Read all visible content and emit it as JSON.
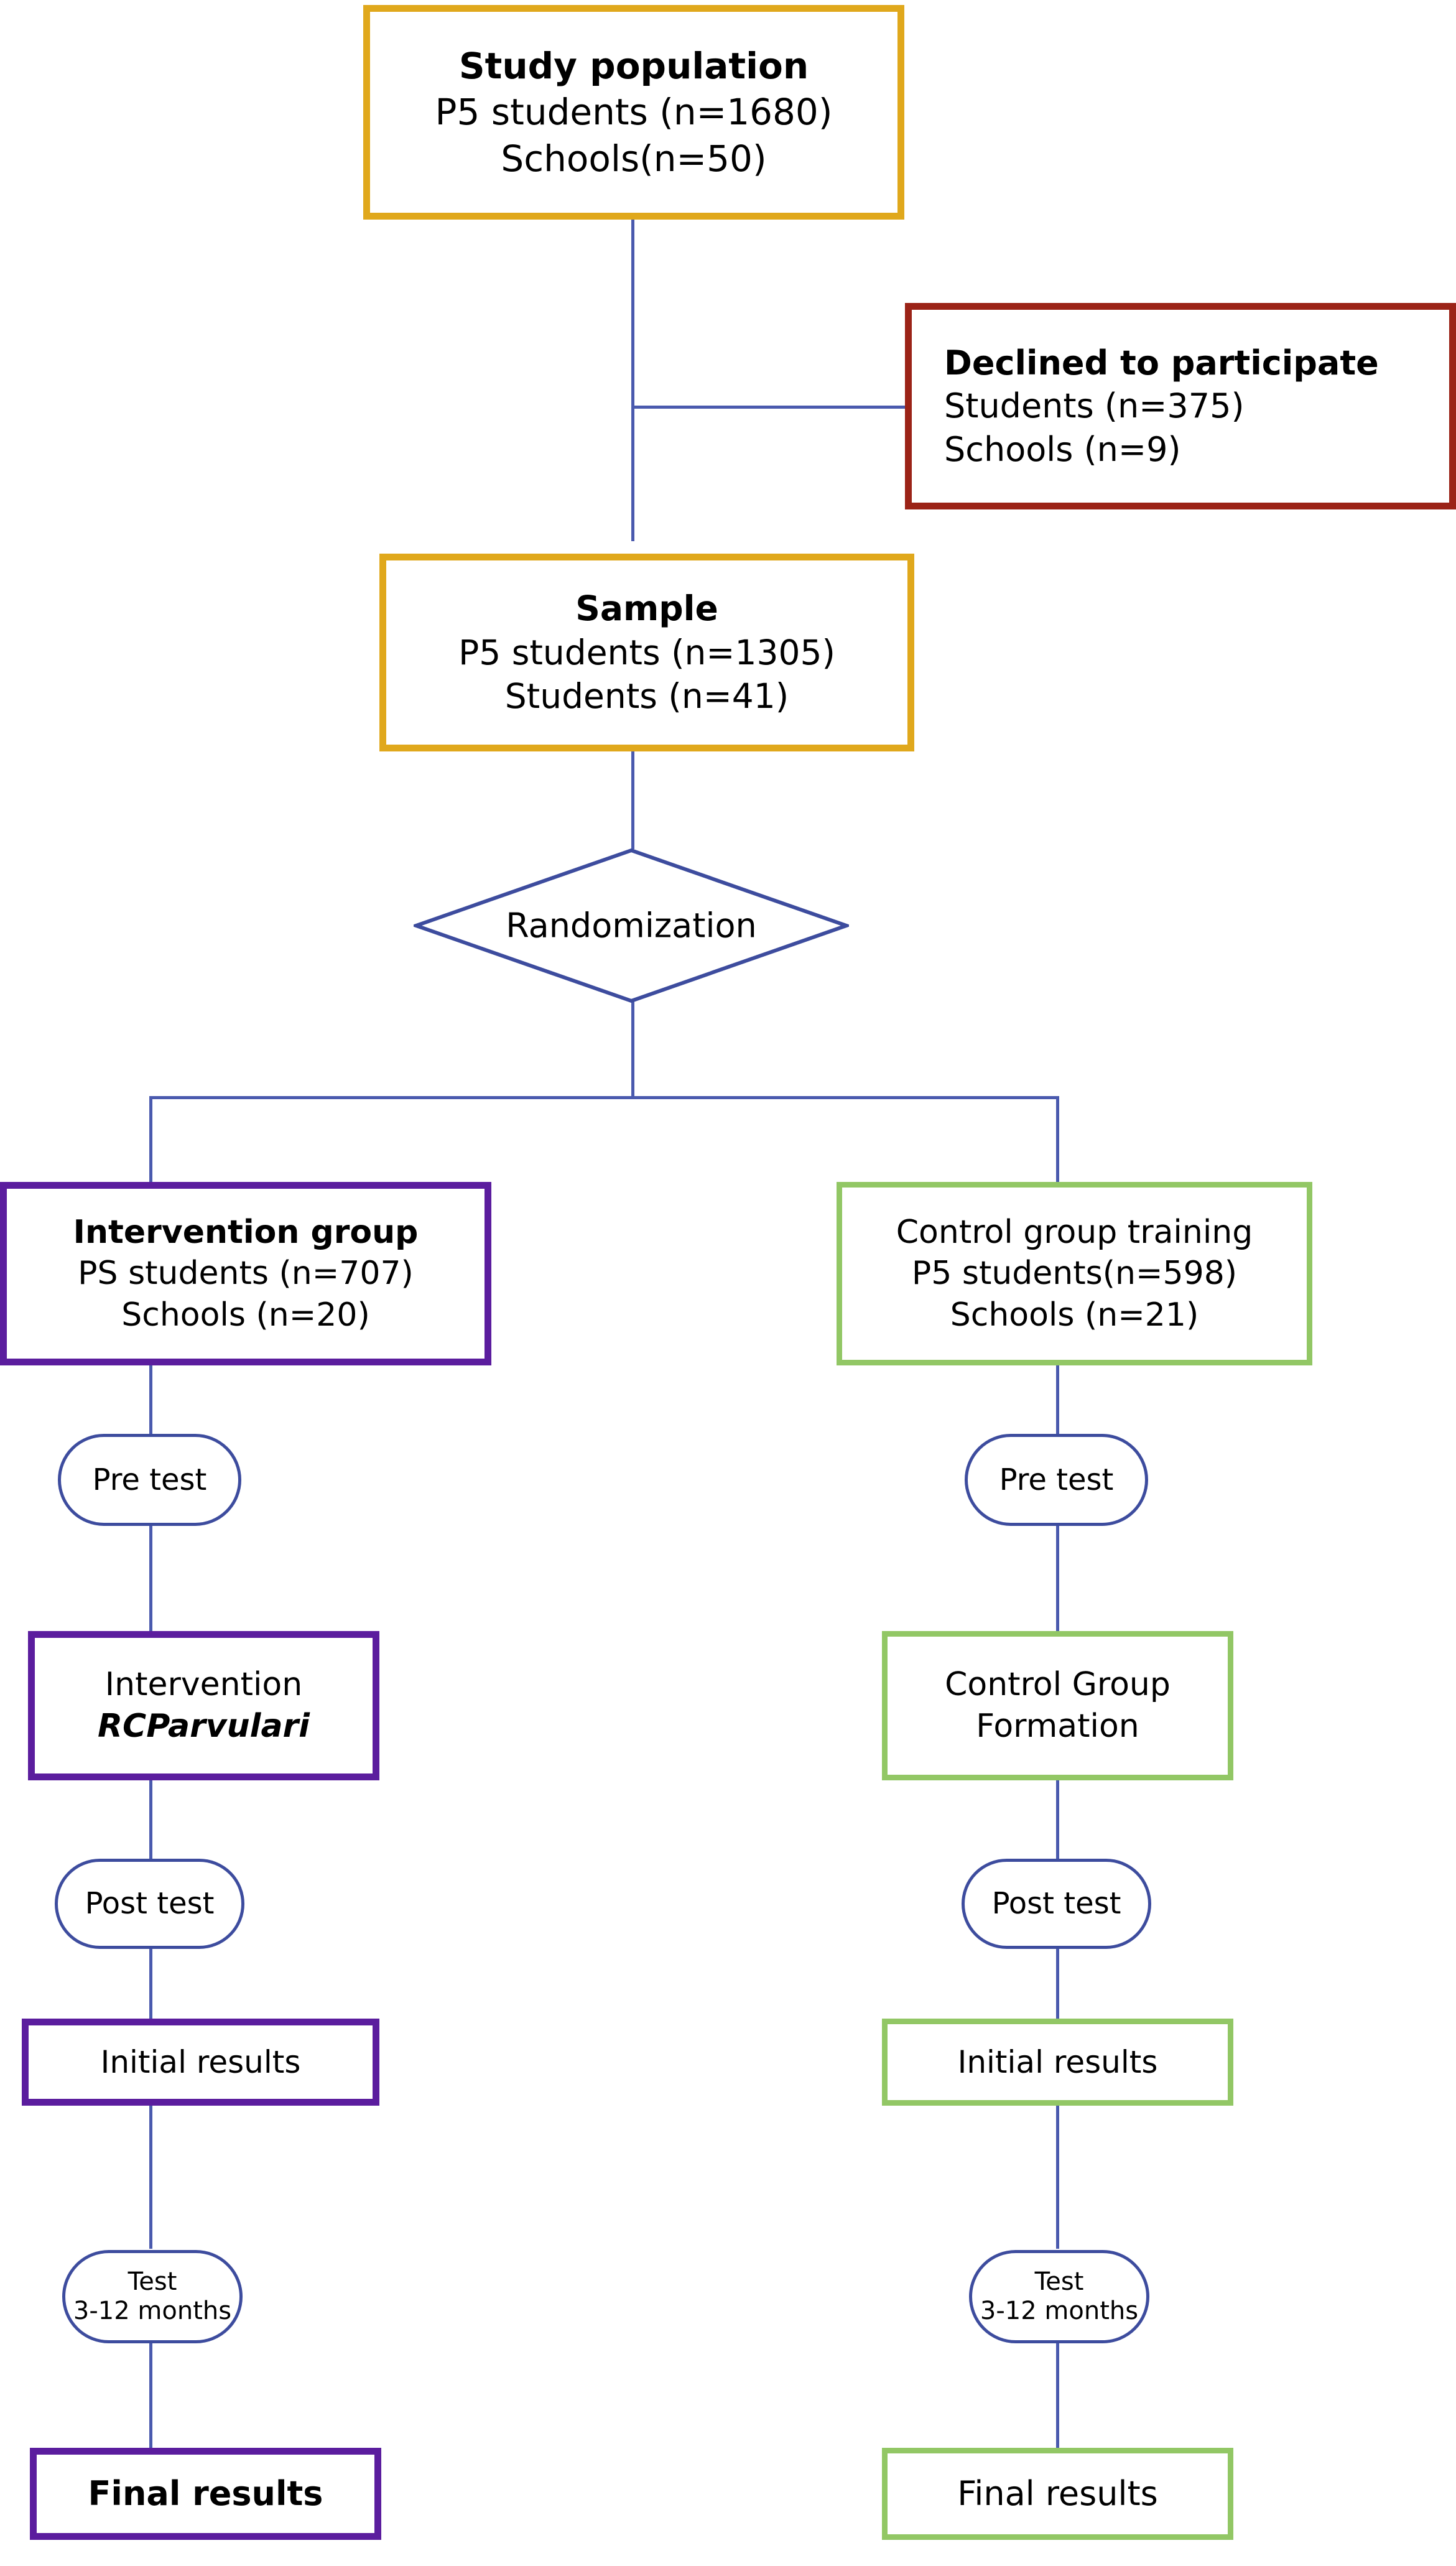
{
  "diagram": {
    "title": "CONSORT-style study flow diagram",
    "colors": {
      "gold": "#E0A81C",
      "dark_red": "#9B2317",
      "purple": "#5B1D9E",
      "green": "#92C765",
      "connector_blue": "#4A5AAE",
      "text": "#000000",
      "background": "#FFFFFF"
    },
    "nodes": {
      "study_population": {
        "line1": "Study population",
        "line2": "P5 students (n=1680)",
        "line3": "Schools(n=50)"
      },
      "declined": {
        "line1": "Declined to participate",
        "line2": "Students (n=375)",
        "line3": "Schools (n=9)"
      },
      "sample": {
        "line1": "Sample",
        "line2": "P5 students (n=1305)",
        "line3": "Students (n=41)"
      },
      "randomization": {
        "label": "Randomization"
      },
      "intervention_group": {
        "line1": "Intervention group",
        "line2": "PS students (n=707)",
        "line3": "Schools (n=20)"
      },
      "control_group": {
        "line1": "Control group training",
        "line2": "P5 students(n=598)",
        "line3": "Schools (n=21)"
      },
      "pre_test_left": {
        "label": "Pre test"
      },
      "pre_test_right": {
        "label": "Pre test"
      },
      "intervention_step": {
        "line1": "Intervention",
        "line2": "RCParvulari"
      },
      "control_step": {
        "line1": "Control Group",
        "line2": "Formation"
      },
      "post_test_left": {
        "label": "Post test"
      },
      "post_test_right": {
        "label": "Post test"
      },
      "initial_results_left": {
        "label": "Initial results"
      },
      "initial_results_right": {
        "label": "Initial results"
      },
      "followup_test_left": {
        "line1": "Test",
        "line2": "3-12 months"
      },
      "followup_test_right": {
        "line1": "Test",
        "line2": "3-12 months"
      },
      "final_results_left": {
        "label": "Final results"
      },
      "final_results_right": {
        "label": "Final results"
      }
    }
  }
}
